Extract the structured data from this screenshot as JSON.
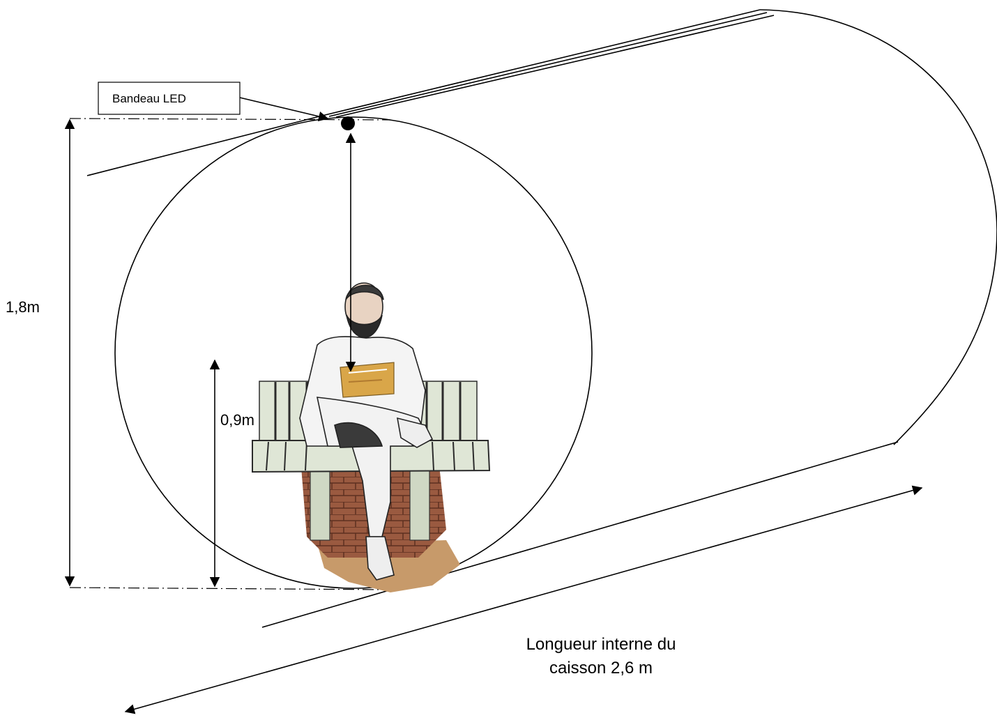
{
  "labels": {
    "led_strip": "Bandeau LED",
    "height_total": "1,8m",
    "height_seat": "0,9m",
    "length_line1": "Longueur interne du",
    "length_line2": "caisson 2,6 m"
  },
  "colors": {
    "stroke": "#000000",
    "brick": "#9a5a40",
    "bench_slat": "#dfe6d6",
    "bench_stripe": "#2b2b2b",
    "floor": "#c79a6a",
    "skin": "#e8d3c2",
    "paper": "#d9a649"
  },
  "illustration": "person-reading-newspaper-on-bench"
}
